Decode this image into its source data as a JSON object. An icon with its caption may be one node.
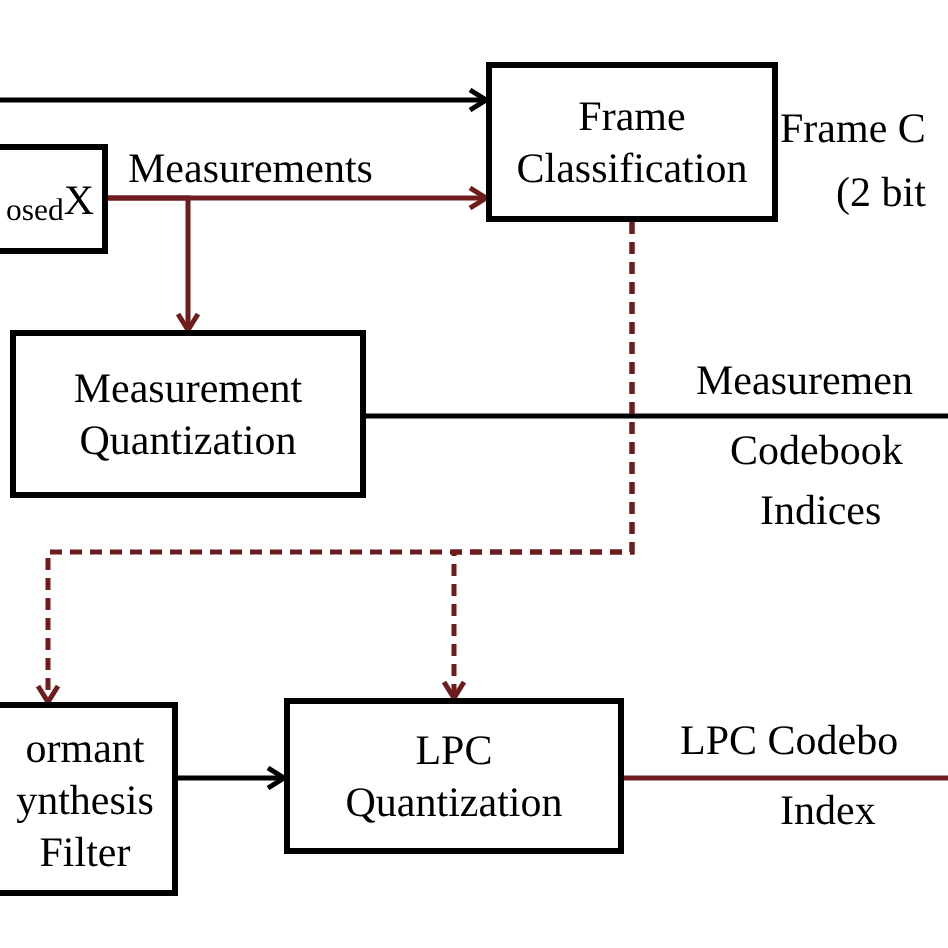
{
  "diagram": {
    "nodes": [
      {
        "text": [
          "$_{osed}$X"
        ]
      },
      {
        "text": [
          "Frame Classification"
        ]
      },
      {
        "text": [
          "Measurement Quantization"
        ]
      },
      {
        "text": [
          "ormant ynthesis Filter"
        ]
      },
      {
        "text": [
          "LPC Quantization"
        ]
      }
    ],
    "edges": [
      {
        "from": null,
        "to": 1,
        "arrow": "to",
        "color": "#000000"
      },
      {
        "from": 0,
        "to": 1,
        "arrow": "to",
        "label": "Measurements",
        "color": "#6e1c1c"
      },
      {
        "from": 0,
        "to": 2,
        "arrow": "to",
        "color": "#6e1c1c"
      },
      {
        "from": 2,
        "to": null,
        "arrow": "none",
        "color": "#000000"
      },
      {
        "from": 1,
        "to": 3,
        "arrow": "to",
        "style": "dashed",
        "color": "#6e1c1c"
      },
      {
        "from": 1,
        "to": 4,
        "arrow": "to",
        "style": "dashed",
        "color": "#6e1c1c"
      },
      {
        "from": 3,
        "to": 4,
        "arrow": "to",
        "color": "#000000"
      },
      {
        "from": 4,
        "to": null,
        "arrow": "none",
        "color": "#6e1c1c"
      }
    ],
    "labels": [
      "Frame C",
      "(2 bit",
      "Measuremen",
      "Codebook",
      "Indices",
      "LPC Codebo",
      "Index"
    ]
  }
}
